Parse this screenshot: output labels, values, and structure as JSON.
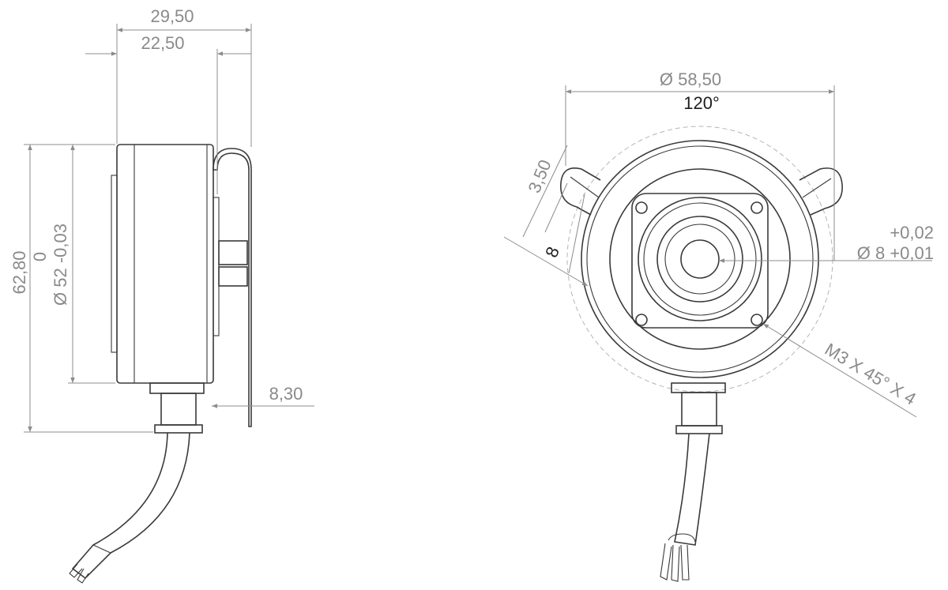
{
  "dimensions": {
    "side_overall_depth": "29,50",
    "side_body_depth": "22,50",
    "side_height": "62,80",
    "side_tol_zero": "0",
    "side_diameter": "Ø 52 -0,03",
    "side_bracket": "8,30",
    "front_diameter": "Ø 58,50",
    "front_angle": "120°",
    "front_slot_width": "3,50",
    "front_slot_length": "8",
    "front_bore_tol_upper": "+0,02",
    "front_bore": "Ø 8 +0,01",
    "front_thread": "M3 X 45° X 4"
  }
}
